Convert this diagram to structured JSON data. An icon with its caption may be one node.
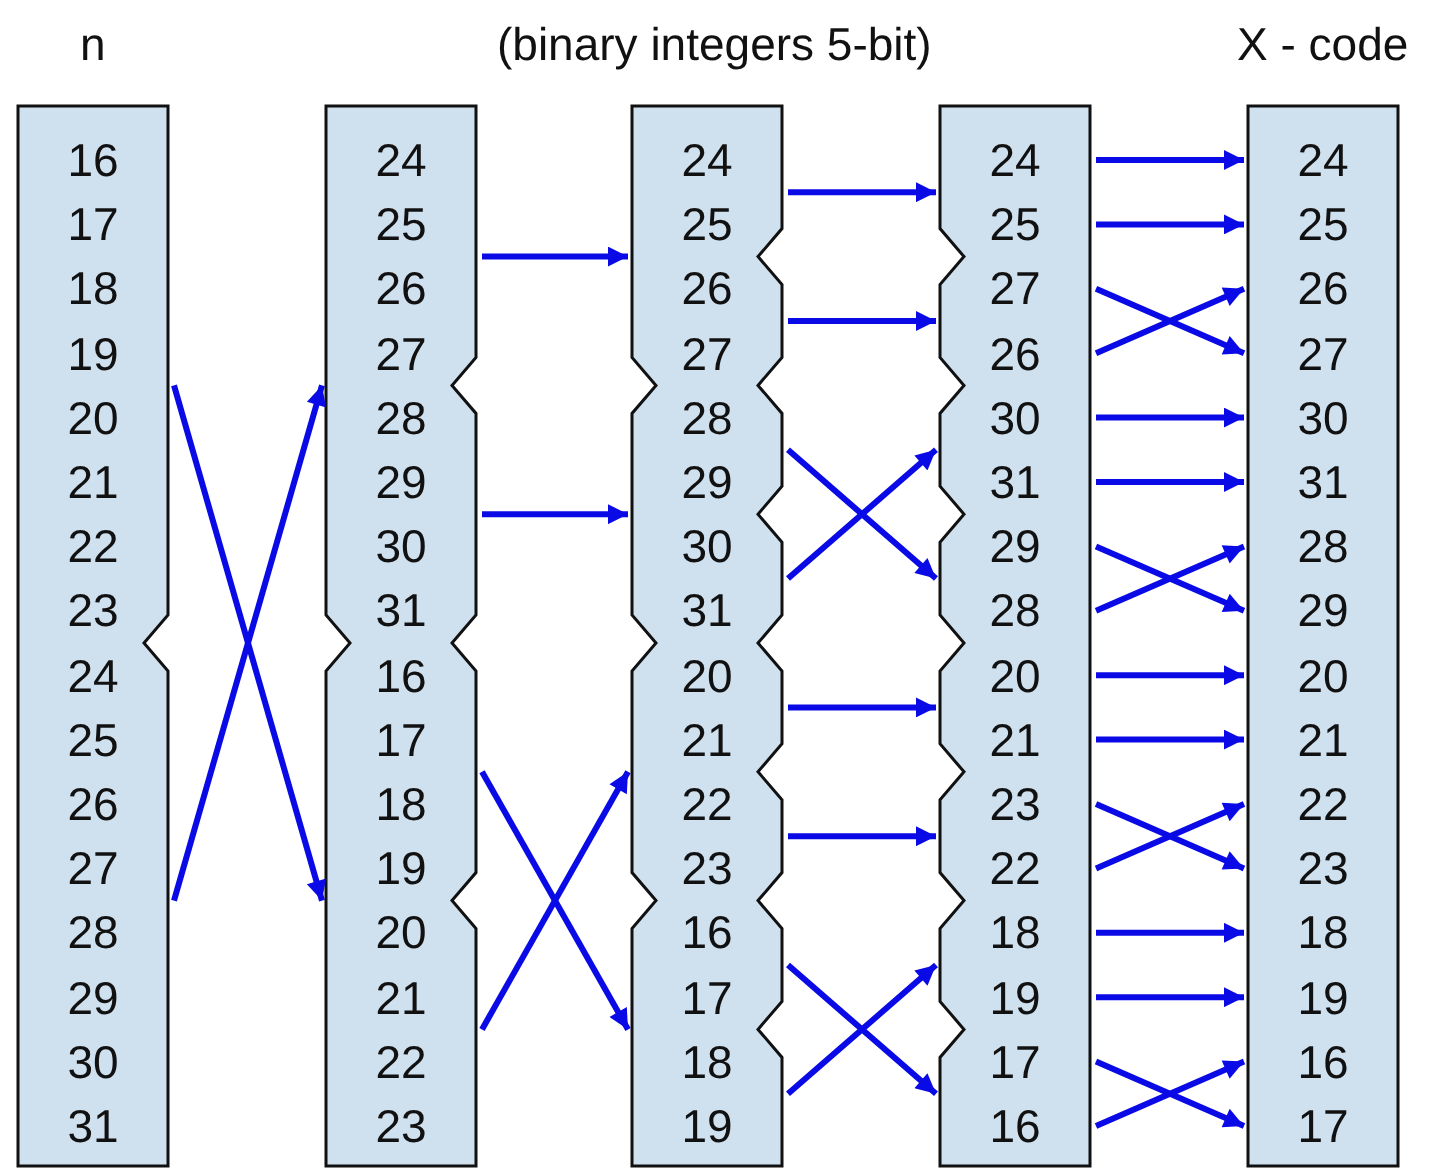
{
  "diagram": {
    "nodes": [
      {
        "text": [
          "16",
          "17",
          "18",
          "19",
          "20",
          "21",
          "22",
          "23",
          "24",
          "25",
          "26",
          "27",
          "28",
          "29",
          "30",
          "31"
        ],
        "beside": [
          "n"
        ]
      },
      {
        "text": [
          "24",
          "25",
          "26",
          "27",
          "28",
          "29",
          "30",
          "31",
          "16",
          "17",
          "18",
          "19",
          "20",
          "21",
          "22",
          "23"
        ]
      },
      {
        "text": [
          "24",
          "25",
          "26",
          "27",
          "28",
          "29",
          "30",
          "31",
          "20",
          "21",
          "22",
          "23",
          "16",
          "17",
          "18",
          "19"
        ]
      },
      {
        "text": [
          "24",
          "25",
          "27",
          "26",
          "30",
          "31",
          "29",
          "28",
          "20",
          "21",
          "23",
          "22",
          "18",
          "19",
          "17",
          "16"
        ]
      },
      {
        "text": [
          "24",
          "25",
          "26",
          "27",
          "30",
          "31",
          "28",
          "29",
          "20",
          "21",
          "22",
          "23",
          "18",
          "19",
          "16",
          "17"
        ],
        "beside": [
          "X - code"
        ]
      }
    ],
    "edges": [
      {
        "from": 0,
        "to": 1,
        "arrow": "to"
      },
      {
        "from": 0,
        "to": 1,
        "arrow": "to"
      },
      {
        "from": 1,
        "to": 2,
        "arrow": "to"
      },
      {
        "from": 1,
        "to": 2,
        "arrow": "to"
      },
      {
        "from": 1,
        "to": 2,
        "arrow": "to"
      },
      {
        "from": 1,
        "to": 2,
        "arrow": "to"
      },
      {
        "from": 2,
        "to": 3,
        "arrow": "to"
      },
      {
        "from": 2,
        "to": 3,
        "arrow": "to"
      },
      {
        "from": 2,
        "to": 3,
        "arrow": "to"
      },
      {
        "from": 2,
        "to": 3,
        "arrow": "to"
      },
      {
        "from": 2,
        "to": 3,
        "arrow": "to"
      },
      {
        "from": 2,
        "to": 3,
        "arrow": "to"
      },
      {
        "from": 2,
        "to": 3,
        "arrow": "to"
      },
      {
        "from": 2,
        "to": 3,
        "arrow": "to"
      },
      {
        "from": 3,
        "to": 4,
        "arrow": "to"
      },
      {
        "from": 3,
        "to": 4,
        "arrow": "to"
      },
      {
        "from": 3,
        "to": 4,
        "arrow": "to"
      },
      {
        "from": 3,
        "to": 4,
        "arrow": "to"
      },
      {
        "from": 3,
        "to": 4,
        "arrow": "to"
      },
      {
        "from": 3,
        "to": 4,
        "arrow": "to"
      },
      {
        "from": 3,
        "to": 4,
        "arrow": "to"
      },
      {
        "from": 3,
        "to": 4,
        "arrow": "to"
      },
      {
        "from": 3,
        "to": 4,
        "arrow": "to"
      },
      {
        "from": 3,
        "to": 4,
        "arrow": "to"
      },
      {
        "from": 3,
        "to": 4,
        "arrow": "to"
      },
      {
        "from": 3,
        "to": 4,
        "arrow": "to"
      },
      {
        "from": 3,
        "to": 4,
        "arrow": "to"
      },
      {
        "from": 3,
        "to": 4,
        "arrow": "to"
      },
      {
        "from": 3,
        "to": 4,
        "arrow": "to"
      },
      {
        "from": 3,
        "to": 4,
        "arrow": "to"
      }
    ],
    "labels": [
      "(binary integers 5-bit)"
    ]
  }
}
